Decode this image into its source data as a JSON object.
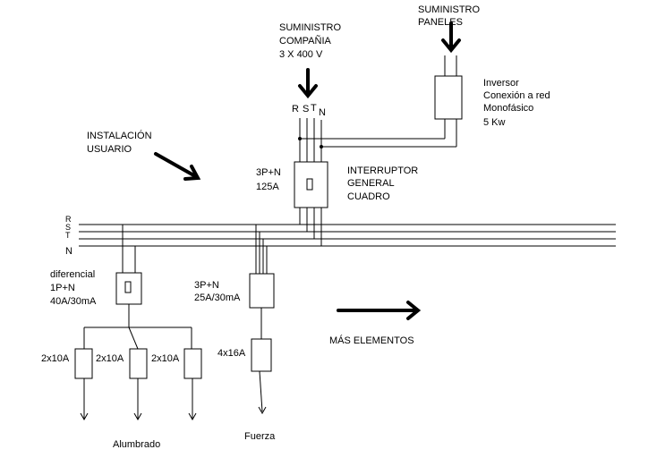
{
  "supply_company": {
    "line1": "SUMINISTRO",
    "line2": "COMPAÑIA",
    "line3": "3 X 400 V"
  },
  "supply_panels": {
    "line1": "SUMINISTRO",
    "line2": "PANELES"
  },
  "inverter": {
    "line1": "Inversor",
    "line2": "Conexión a red",
    "line3": "Monofásico",
    "line4": "5 Kw"
  },
  "user_installation": {
    "line1": "INSTALACIÓN",
    "line2": "USUARIO"
  },
  "phase_labels_top": {
    "r": "R",
    "s": "S",
    "t": "T",
    "n": "N"
  },
  "main_breaker": {
    "rating1": "3P+N",
    "rating2": "125A",
    "name1": "INTERRUPTOR",
    "name2": "GENERAL",
    "name3": "CUADRO"
  },
  "busbar_labels": {
    "r": "R",
    "s": "S",
    "t": "T",
    "n": "N"
  },
  "differential": {
    "line1": "diferencial",
    "line2": "1P+N",
    "line3": "40A/30mA"
  },
  "lighting_breakers": [
    "2x10A",
    "2x10A",
    "2x10A"
  ],
  "lighting_group": "Alumbrado",
  "power_differential": {
    "line1": "3P+N",
    "line2": "25A/30mA"
  },
  "power_breaker": "4x16A",
  "power_group": "Fuerza",
  "more_elements": "MÁS ELEMENTOS"
}
